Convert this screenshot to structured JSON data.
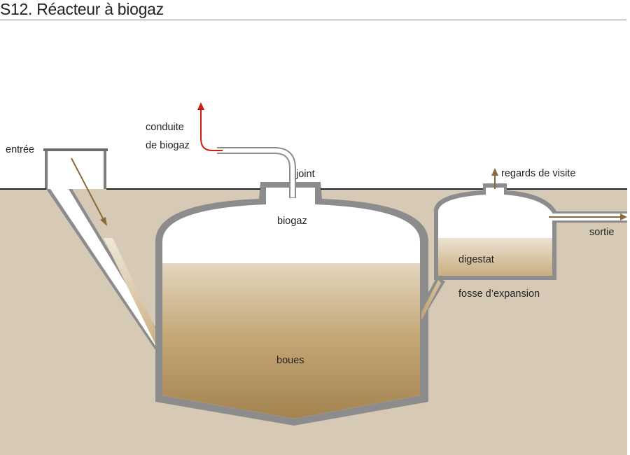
{
  "header": {
    "title": "S12. Réacteur à biogaz"
  },
  "labels": {
    "inlet": "entrée",
    "gas_pipe_line1": "conduite",
    "gas_pipe_line2": "de biogaz",
    "joint": "joint",
    "biogas": "biogaz",
    "manhole": "regards de visite",
    "outlet": "sortie",
    "digestate": "digestat",
    "expansion_chamber": "fosse d’expansion",
    "sludge": "boues"
  },
  "colors": {
    "soil": "#d6cab6",
    "wall": "#8c8c8c",
    "sludge_top": "#e4d9c3",
    "sludge_bottom": "#a2824f",
    "flow_arrow": "#8a6a3b",
    "gas_arrow": "#cc1f12",
    "ground_line": "#222222"
  }
}
